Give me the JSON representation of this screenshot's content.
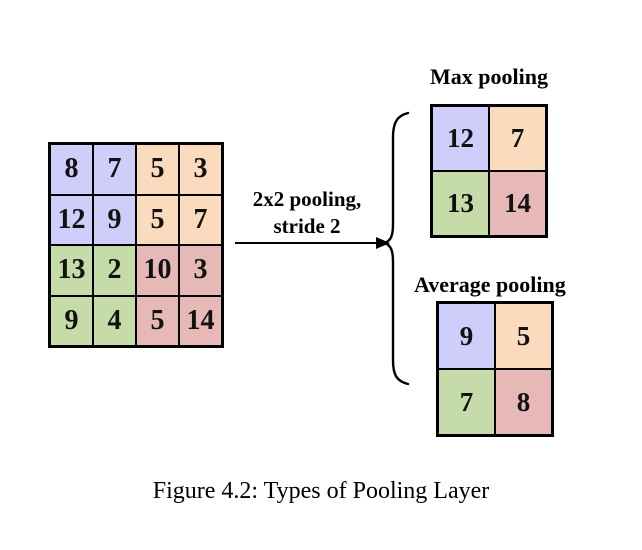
{
  "colors": {
    "blue": "#cfcdfa",
    "orange": "#fbdbbe",
    "green": "#c5dba8",
    "pink": "#e6b9b6"
  },
  "input": {
    "cells": [
      [
        "8",
        "7",
        "5",
        "3"
      ],
      [
        "12",
        "9",
        "5",
        "7"
      ],
      [
        "13",
        "2",
        "10",
        "3"
      ],
      [
        "9",
        "4",
        "5",
        "14"
      ]
    ],
    "quadrants": [
      [
        "blue",
        "blue",
        "orange",
        "orange"
      ],
      [
        "blue",
        "blue",
        "orange",
        "orange"
      ],
      [
        "green",
        "green",
        "pink",
        "pink"
      ],
      [
        "green",
        "green",
        "pink",
        "pink"
      ]
    ]
  },
  "operation": {
    "line1": "2x2 pooling,",
    "line2": "stride 2"
  },
  "max_pooling": {
    "title": "Max pooling",
    "cells": [
      [
        "12",
        "7"
      ],
      [
        "13",
        "14"
      ]
    ],
    "quadrants": [
      [
        "blue",
        "orange"
      ],
      [
        "green",
        "pink"
      ]
    ]
  },
  "average_pooling": {
    "title": "Average pooling",
    "cells": [
      [
        "9",
        "5"
      ],
      [
        "7",
        "8"
      ]
    ],
    "quadrants": [
      [
        "blue",
        "orange"
      ],
      [
        "green",
        "pink"
      ]
    ]
  },
  "caption": "Figure 4.2: Types of Pooling Layer"
}
